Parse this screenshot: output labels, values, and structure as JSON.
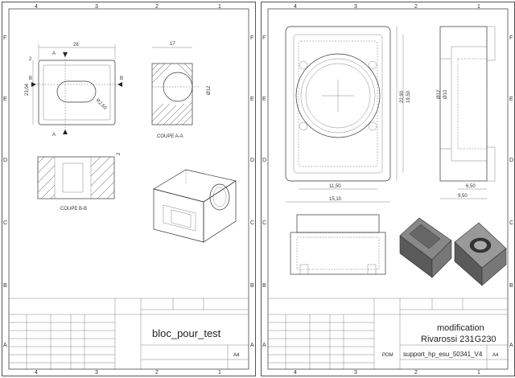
{
  "edge_labels": {
    "top": [
      "4",
      "3",
      "2",
      "1"
    ],
    "side": [
      "F",
      "E",
      "D",
      "C",
      "B",
      "A"
    ]
  },
  "left_sheet": {
    "dims": {
      "width": "28",
      "height": "23,04",
      "depth": "17",
      "radius": "R2,50",
      "dia": "Ø12",
      "small": "2",
      "small2": "2"
    },
    "section_markers": {
      "a_top": "A",
      "a_bottom": "A",
      "b_left": "B",
      "b_right": "B"
    },
    "captions": {
      "coupe_aa": "COUPE A-A",
      "coupe_bb": "COUPE B-B"
    },
    "title_block": {
      "name": "bloc_pour_test",
      "sheet_size": "A4",
      "material": ""
    }
  },
  "right_sheet": {
    "dims": {
      "w1": "11,50",
      "w2": "15,10",
      "h1": "22,90",
      "h2": "19,50",
      "d1": "Ø12",
      "d2": "Ø10",
      "r1": "6,50",
      "r2": "9,50"
    },
    "title_block": {
      "title_line1": "modification",
      "title_line2": "Rivarossi 231G230",
      "material": "POM",
      "name": "support_hp_esu_50341_V4",
      "sheet_size": "A4"
    }
  }
}
